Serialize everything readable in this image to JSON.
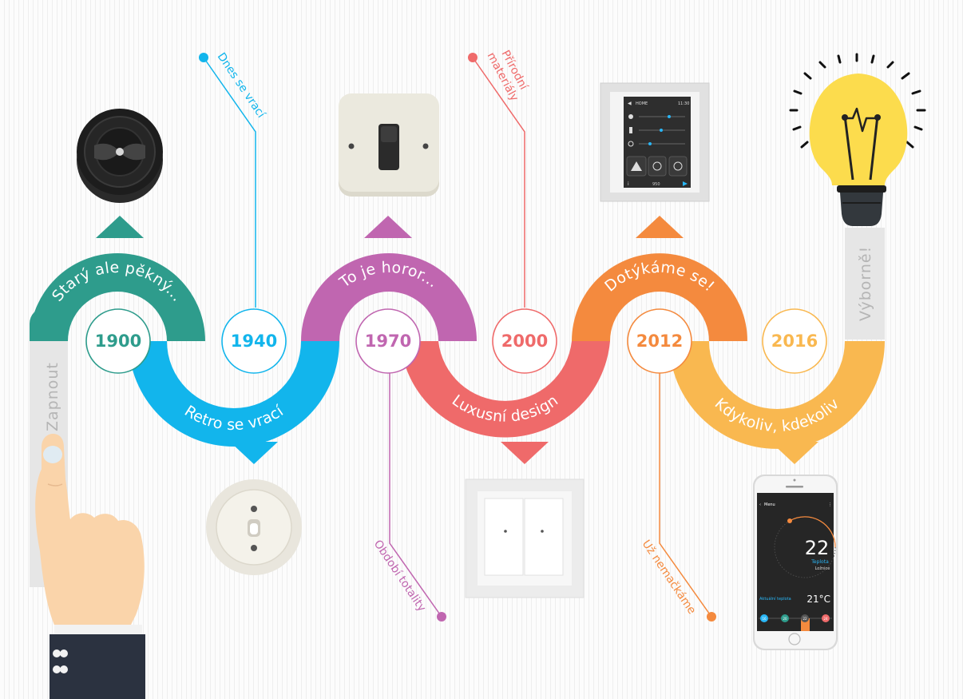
{
  "start_label": "Zapnout",
  "end_label": "Výborně!",
  "milestones": [
    {
      "year": "1900",
      "band_label": "Starý ale pěkný...",
      "color": "#2e9c8c"
    },
    {
      "year": "1940",
      "band_label": "Retro se vrací",
      "color": "#12b5ec",
      "callout": "Dnes se vrací"
    },
    {
      "year": "1970",
      "band_label": "To je horor...",
      "color": "#c066b0",
      "callout": "Období totality"
    },
    {
      "year": "2000",
      "band_label": "Luxusní design",
      "color": "#ef6a6a",
      "callout": "Přírodní materiály"
    },
    {
      "year": "2012",
      "band_label": "Dotýkáme se!",
      "color": "#f48a3e",
      "callout": "Už nemačkáme"
    },
    {
      "year": "2016",
      "band_label": "Kdykoliv, kdekoliv",
      "color": "#f9b850"
    }
  ],
  "touch_panel": {
    "header_title": "HOME",
    "time": "11:30",
    "footer_value": "950"
  },
  "phone": {
    "menu": "Menu",
    "temperature": "22",
    "label_temp": "Teplota",
    "room": "Ložnice",
    "current_label": "Aktuální teplota",
    "current_value": "21°C",
    "chips": [
      "16",
      "20",
      "22",
      "24"
    ]
  }
}
